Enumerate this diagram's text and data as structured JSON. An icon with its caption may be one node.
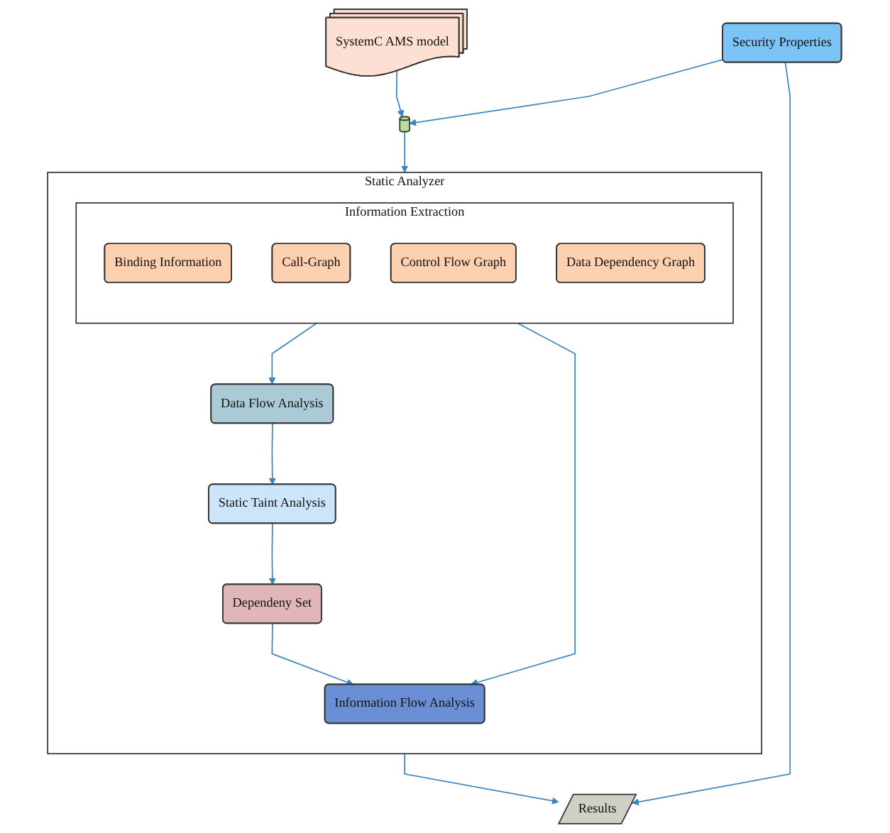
{
  "diagram": {
    "nodes": [
      {
        "text": [
          "SystemC AMS model"
        ]
      },
      {
        "text": [],
        "shape": "cylinder"
      },
      {
        "text": [
          "Security Properties"
        ]
      },
      {
        "text": [
          "Static Analyzer"
        ]
      },
      {
        "text": [
          "Information Extraction"
        ],
        "in": 3
      },
      {
        "text": [
          "Binding Information"
        ],
        "in": 4
      },
      {
        "text": [
          "Call-Graph"
        ],
        "in": 4
      },
      {
        "text": [
          "Control Flow Graph"
        ],
        "in": 4
      },
      {
        "text": [
          "Data Dependency Graph"
        ],
        "in": 4
      },
      {
        "text": [
          "Data Flow Analysis"
        ],
        "in": 3
      },
      {
        "text": [
          "Static Taint Analysis"
        ],
        "in": 3
      },
      {
        "text": [
          "Dependeny Set"
        ],
        "in": 3
      },
      {
        "text": [
          "Information Flow Analysis"
        ],
        "in": 3
      },
      {
        "text": [
          "Results"
        ]
      }
    ],
    "edges": [
      {
        "from": 0,
        "to": 1,
        "arrow": "to"
      },
      {
        "from": 2,
        "to": 1,
        "arrow": "to"
      },
      {
        "from": 1,
        "to": 3,
        "arrow": "to"
      },
      {
        "from": 4,
        "to": 9,
        "arrow": "to"
      },
      {
        "from": 4,
        "to": 12,
        "arrow": "to"
      },
      {
        "from": 9,
        "to": 10,
        "arrow": "to"
      },
      {
        "from": 10,
        "to": 11,
        "arrow": "to"
      },
      {
        "from": 11,
        "to": 12,
        "arrow": "to"
      },
      {
        "from": 3,
        "to": 13,
        "arrow": "to"
      },
      {
        "from": 2,
        "to": 13,
        "arrow": "to"
      }
    ]
  }
}
